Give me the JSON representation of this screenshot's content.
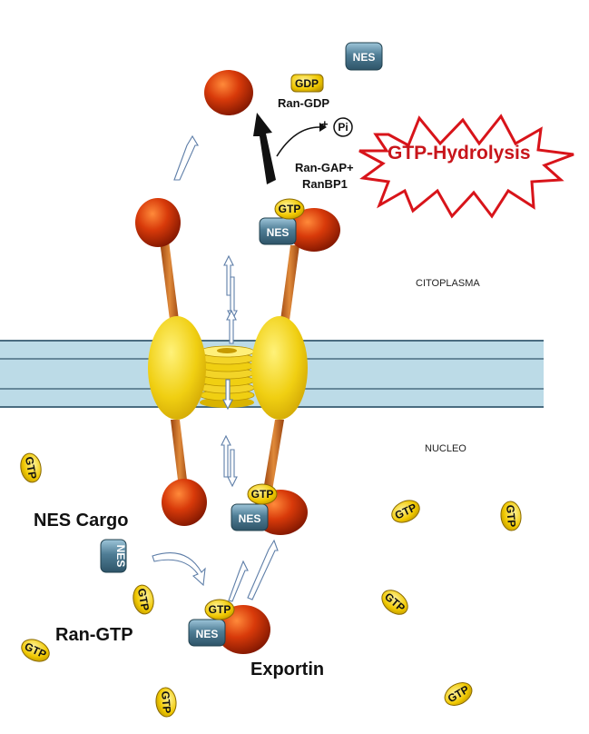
{
  "colors": {
    "membrane": "#bcdbe7",
    "membrane_line": "#4a6c80",
    "pore": "#f0cf12",
    "stalk": "#c8641e",
    "ball": "#cc2c06",
    "nes_tag": "#4f7d95",
    "gtp_token": "#f0c800",
    "burst_outline": "#d8141a",
    "arrow_outline": "#5e7ea8"
  },
  "regions": {
    "cytoplasm": "CITOPLASMA",
    "nucleus": "NUCLEO"
  },
  "labels": {
    "nes_cargo": "NES Cargo",
    "ran_gtp": "Ran-GTP",
    "exportin": "Exportin",
    "ran_gdp": "Ran-GDP",
    "gdp": "GDP",
    "pi": "Pi",
    "plus": "+",
    "ran_gap_line1": "Ran-GAP+",
    "ran_gap_line2": "RanBP1",
    "hydrolysis": "GTP-Hydrolysis"
  },
  "tokens": {
    "gtp": "GTP",
    "nes": "NES"
  }
}
